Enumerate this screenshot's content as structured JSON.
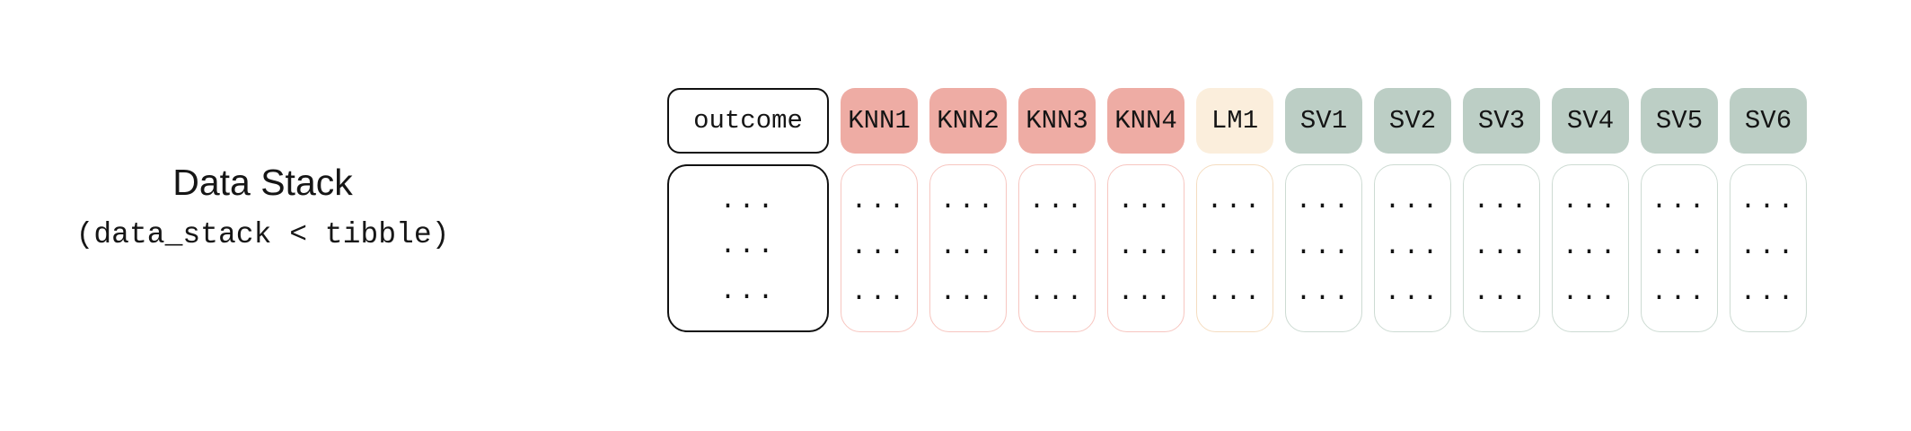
{
  "label": {
    "title": "Data Stack",
    "subtitle": "(data_stack < tibble)"
  },
  "colors": {
    "knn_bg": "#eeaca4",
    "knn_border": "#f7c6c0",
    "lm_bg": "#fbeedc",
    "lm_border": "#f5ddc0",
    "sv_bg": "#bccec5",
    "sv_border": "#cddbd3",
    "outcome_border": "#111111",
    "text": "#151515",
    "background": "#ffffff"
  },
  "table": {
    "cell_placeholder": "...",
    "rows_per_column": 3,
    "columns": [
      {
        "id": "outcome",
        "label": "outcome",
        "group": "outcome"
      },
      {
        "id": "knn1",
        "label": "KNN1",
        "group": "knn"
      },
      {
        "id": "knn2",
        "label": "KNN2",
        "group": "knn"
      },
      {
        "id": "knn3",
        "label": "KNN3",
        "group": "knn"
      },
      {
        "id": "knn4",
        "label": "KNN4",
        "group": "knn"
      },
      {
        "id": "lm1",
        "label": "LM1",
        "group": "lm"
      },
      {
        "id": "sv1",
        "label": "SV1",
        "group": "sv"
      },
      {
        "id": "sv2",
        "label": "SV2",
        "group": "sv"
      },
      {
        "id": "sv3",
        "label": "SV3",
        "group": "sv"
      },
      {
        "id": "sv4",
        "label": "SV4",
        "group": "sv"
      },
      {
        "id": "sv5",
        "label": "SV5",
        "group": "sv"
      },
      {
        "id": "sv6",
        "label": "SV6",
        "group": "sv"
      }
    ]
  }
}
